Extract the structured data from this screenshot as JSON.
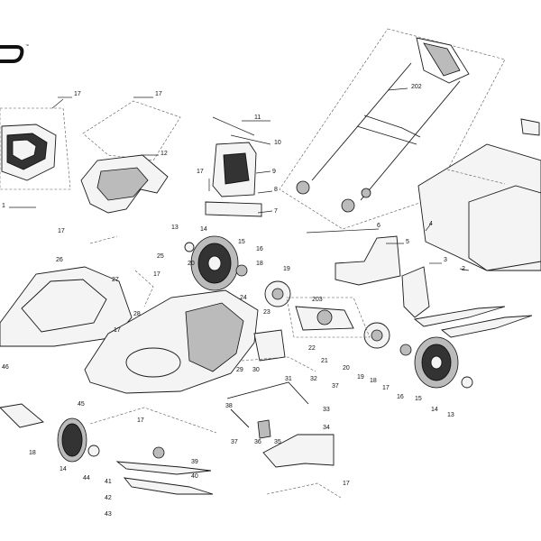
{
  "diagram": {
    "logo_text": "O",
    "callouts": [
      "17",
      "17",
      "11",
      "10",
      "202",
      "12",
      "9",
      "17",
      "8",
      "7",
      "1",
      "6",
      "5",
      "4",
      "3",
      "2",
      "13",
      "14",
      "15",
      "16",
      "18",
      "19",
      "20",
      "17",
      "25",
      "26",
      "27",
      "28",
      "17",
      "24",
      "23",
      "203",
      "17",
      "46",
      "22",
      "21",
      "20",
      "19",
      "18",
      "17",
      "16",
      "15",
      "14",
      "13",
      "29",
      "30",
      "31",
      "32",
      "37",
      "38",
      "33",
      "34",
      "36",
      "35",
      "37",
      "17",
      "45",
      "18",
      "14",
      "44",
      "39",
      "40",
      "41",
      "42",
      "43",
      "17"
    ]
  }
}
